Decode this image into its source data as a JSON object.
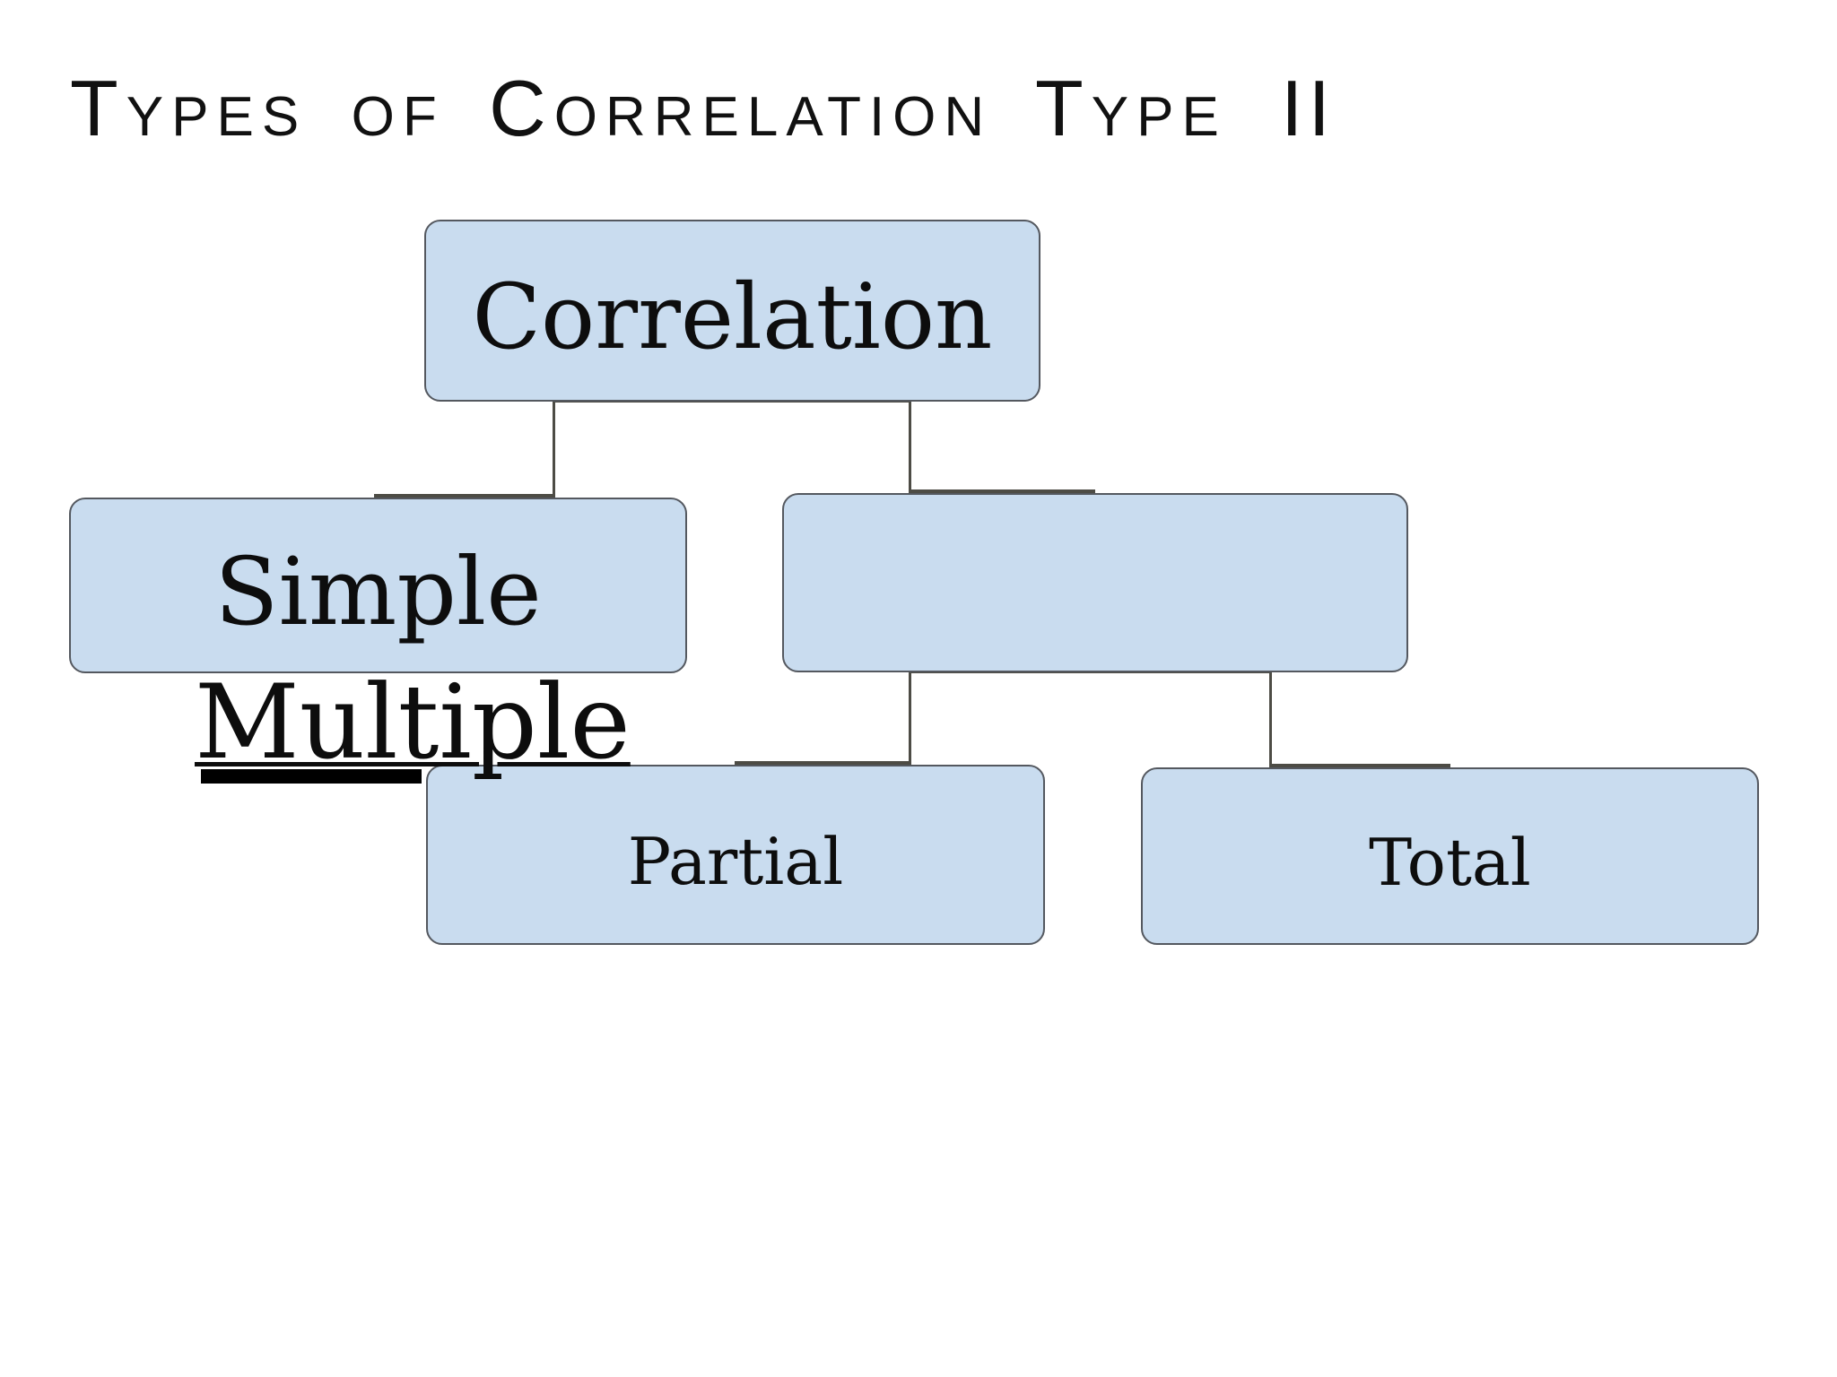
{
  "title": {
    "main": "Types of Correlation Type",
    "numeral": "II"
  },
  "colors": {
    "background": "#ffffff",
    "box_fill": "#c9dcef",
    "box_border": "#54585f",
    "connector": "#4d4c45",
    "title_text": "#111111",
    "label_text": "#0d0d0d",
    "underline_bar": "#000000"
  },
  "diagram": {
    "type": "hierarchy",
    "nodes": {
      "correlation": {
        "label": "Correlation",
        "level": 1
      },
      "simple": {
        "label": "Simple",
        "level": 2
      },
      "unlabeled_group": {
        "label": "",
        "level": 2
      },
      "partial": {
        "label": "Partial",
        "level": 3
      },
      "total": {
        "label": "Total",
        "level": 3
      }
    },
    "floating_text": {
      "multiple": {
        "label": "Multiple",
        "underlined": true
      }
    },
    "edges": [
      {
        "from": "correlation",
        "to": "simple"
      },
      {
        "from": "correlation",
        "to": "unlabeled_group"
      },
      {
        "from": "unlabeled_group",
        "to": "partial"
      },
      {
        "from": "unlabeled_group",
        "to": "total"
      }
    ]
  }
}
